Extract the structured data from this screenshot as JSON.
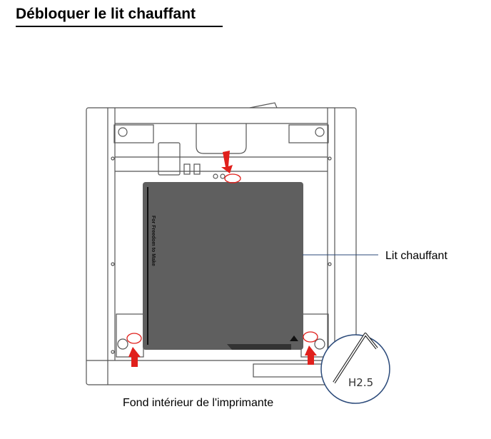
{
  "title": "Débloquer le lit chauffant",
  "labels": {
    "heatbed": "Lit chauffant",
    "caption": "Fond intérieur de l'imprimante",
    "tool": "H2.5",
    "plate_text": "For Freedom to Make"
  },
  "colors": {
    "plate": "#5f5f5f",
    "arrow": "#e0201c",
    "callout": "#2b4a7a"
  }
}
